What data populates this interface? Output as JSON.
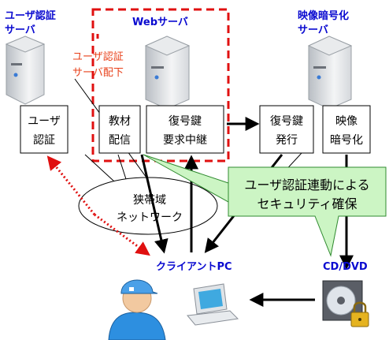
{
  "servers": {
    "user_auth_title": [
      "ユーザ認証",
      "サーバ"
    ],
    "web_title": "Webサーバ",
    "video_enc_title": [
      "映像暗号化",
      "サーバ"
    ],
    "user_auth_sub": [
      "ユーザ認証",
      "サーバ配下"
    ]
  },
  "boxes": {
    "user_auth": [
      "ユーザ",
      "認証"
    ],
    "material": [
      "教材",
      "配信"
    ],
    "key_relay": [
      "復号鍵",
      "要求中継"
    ],
    "key_issue": [
      "復号鍵",
      "発行"
    ],
    "video_encrypt": [
      "映像",
      "暗号化"
    ]
  },
  "network": [
    "狭帯域",
    "ネットワーク"
  ],
  "callout": [
    "ユーザ認証連動による",
    "セキュリティ確保"
  ],
  "client_label": "クライアントPC",
  "media_label": "CD/DVD",
  "colors": {
    "blue": "#0a0ad0",
    "red": "#e8401a",
    "callout_fill": "#ccf5c4",
    "callout_stroke": "#2f8a2f"
  },
  "icons": [
    "server-icon",
    "user-person-icon",
    "pc-icon",
    "cd-dvd-lock-icon"
  ]
}
